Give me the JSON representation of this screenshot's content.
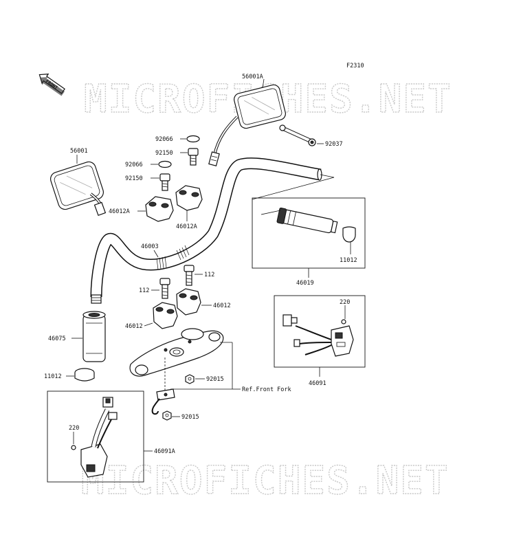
{
  "diagram": {
    "code": "F2310",
    "front_label": "FRONT",
    "watermark": "MICROFICHES.NET",
    "ref_label": "Ref.Front Fork",
    "parts": {
      "mirror_right": "56001A",
      "mirror_left": "56001",
      "washer_top": "92066",
      "washer_mid": "92066",
      "bolt_upper": "92150",
      "bolt_lower": "92150",
      "holder_left": "46012A",
      "holder_right": "46012A",
      "lever": "92037",
      "handlebar": "46003",
      "grip_assembly": "46019",
      "grip_cap_right": "11012",
      "bolt_right": "112",
      "bolt_left": "112",
      "holder_lower_right": "46012",
      "holder_lower_left": "46012",
      "grip_left": "46075",
      "grip_cap_left": "11012",
      "nut_upper": "92015",
      "nut_lower": "92015",
      "screw_right": "220",
      "switch_right": "46091",
      "screw_left": "220",
      "switch_left": "46091A"
    }
  }
}
